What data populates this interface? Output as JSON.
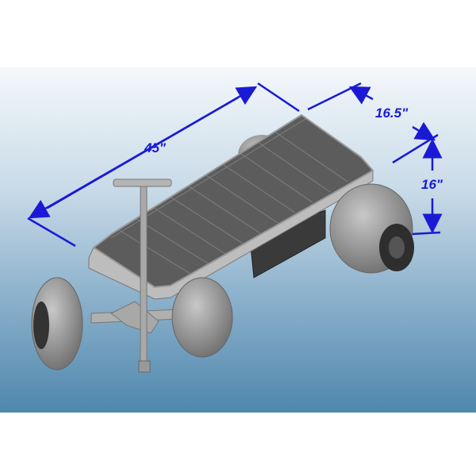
{
  "dimensions": {
    "length": "45\"",
    "width": "16.5\"",
    "height": "16\""
  },
  "colors": {
    "dimension_line": "#1a1ad6",
    "background_top": "#f4f8fb",
    "background_bottom": "#4f87ad",
    "deck": "#5a5a5a",
    "frame": "#b8b8b8",
    "tire": "#9a9a9a"
  }
}
